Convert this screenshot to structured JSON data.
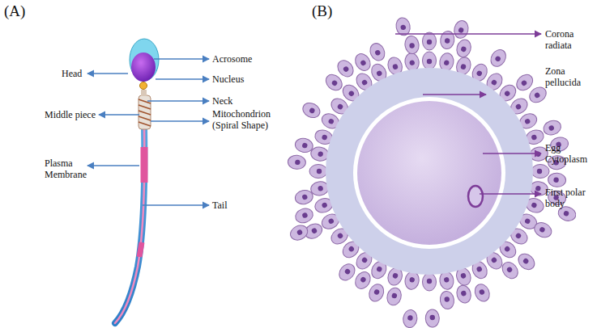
{
  "diagram": {
    "labels": [
      "(A)",
      "(B)",
      "Head",
      "Acrosome",
      "Nucleus",
      "Neck",
      "Mitochondrion (Spiral Shape)",
      "Middle piece",
      "Plasma Membrane",
      "Tail",
      "Corona radiata",
      "Zona pellucida",
      "Egg Cytoplasm",
      "First polar body"
    ]
  }
}
